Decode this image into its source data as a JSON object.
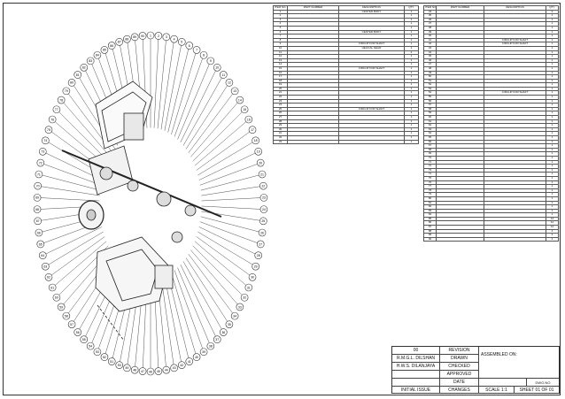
{
  "bom_left": {
    "headers": [
      "ITEM NO.",
      "PART NUMBER",
      "DESCRIPTION",
      "QTY."
    ],
    "rows": [
      [
        "1",
        "",
        "CENTER BODY",
        "1"
      ],
      [
        "2",
        "",
        "",
        "1"
      ],
      [
        "3",
        "",
        "",
        "1"
      ],
      [
        "4",
        "",
        "",
        "1"
      ],
      [
        "5",
        "",
        "",
        "1"
      ],
      [
        "6",
        "",
        "CENTER BODY",
        "1"
      ],
      [
        "7",
        "",
        "",
        "1"
      ],
      [
        "8",
        "",
        "",
        "1"
      ],
      [
        "9",
        "",
        "CIRCLIP FOR SHAFT",
        "1"
      ],
      [
        "10",
        "",
        "HELICAL GEAR",
        "1"
      ],
      [
        "11",
        "",
        "",
        "2"
      ],
      [
        "12",
        "",
        "",
        "1"
      ],
      [
        "13",
        "",
        "",
        "1"
      ],
      [
        "14",
        "",
        "",
        "1"
      ],
      [
        "15",
        "",
        "CIRCLIP FOR SHAFT",
        "1"
      ],
      [
        "16",
        "",
        "",
        "1"
      ],
      [
        "17",
        "",
        "",
        "1"
      ],
      [
        "18",
        "",
        "",
        "1"
      ],
      [
        "19",
        "",
        "",
        "1"
      ],
      [
        "20",
        "",
        "",
        "1"
      ],
      [
        "21",
        "",
        "",
        "1"
      ],
      [
        "22",
        "",
        "",
        "1"
      ],
      [
        "23",
        "",
        "",
        "1"
      ],
      [
        "24",
        "",
        "",
        "1"
      ],
      [
        "25",
        "",
        "CIRCLIP FOR SHAFT",
        "1"
      ],
      [
        "26",
        "",
        "",
        "1"
      ],
      [
        "27",
        "",
        "",
        "1"
      ],
      [
        "28",
        "",
        "",
        "1"
      ],
      [
        "29",
        "",
        "",
        "1"
      ],
      [
        "30",
        "",
        "",
        "1"
      ],
      [
        "31",
        "",
        "",
        "1"
      ],
      [
        "32",
        "",
        "",
        "1"
      ],
      [
        "33",
        "",
        "",
        "1"
      ]
    ]
  },
  "bom_right": {
    "headers": [
      "ITEM NO.",
      "PART NUMBER",
      "DESCRIPTION",
      "QTY."
    ],
    "rows": [
      [
        "34",
        "",
        "",
        "2"
      ],
      [
        "35",
        "",
        "",
        "1"
      ],
      [
        "36",
        "",
        "",
        "1"
      ],
      [
        "37",
        "",
        "",
        "1"
      ],
      [
        "38",
        "",
        "",
        "1"
      ],
      [
        "39",
        "",
        "",
        "1"
      ],
      [
        "40",
        "",
        "",
        "1"
      ],
      [
        "41",
        "",
        "CIRCLIP FOR SHAFT",
        "1"
      ],
      [
        "42",
        "",
        "CIRCLIP FOR SHAFT",
        "1"
      ],
      [
        "43",
        "",
        "",
        "1"
      ],
      [
        "44",
        "",
        "",
        "1"
      ],
      [
        "45",
        "",
        "",
        "1"
      ],
      [
        "46",
        "",
        "",
        "1"
      ],
      [
        "47",
        "",
        "",
        "1"
      ],
      [
        "48",
        "",
        "",
        "1"
      ],
      [
        "49",
        "",
        "",
        "1"
      ],
      [
        "50",
        "",
        "",
        "1"
      ],
      [
        "51",
        "",
        "",
        "1"
      ],
      [
        "52",
        "",
        "",
        "1"
      ],
      [
        "53",
        "",
        "",
        "1"
      ],
      [
        "54",
        "",
        "CIRCLIP FOR SHAFT",
        "1"
      ],
      [
        "55",
        "",
        "",
        "1"
      ],
      [
        "56",
        "",
        "",
        "1"
      ],
      [
        "57",
        "",
        "",
        "1"
      ],
      [
        "58",
        "",
        "",
        "1"
      ],
      [
        "59",
        "",
        "",
        "1"
      ],
      [
        "60",
        "",
        "",
        "1"
      ],
      [
        "61",
        "",
        "",
        "1"
      ],
      [
        "62",
        "",
        "",
        "1"
      ],
      [
        "63",
        "",
        "",
        "1"
      ],
      [
        "64",
        "",
        "",
        "1"
      ],
      [
        "65",
        "",
        "",
        "1"
      ],
      [
        "66",
        "",
        "",
        "1"
      ],
      [
        "67",
        "",
        "",
        "1"
      ],
      [
        "68",
        "",
        "",
        "1"
      ],
      [
        "69",
        "",
        "",
        "1"
      ],
      [
        "70",
        "",
        "",
        "1"
      ],
      [
        "71",
        "",
        "",
        "1"
      ],
      [
        "72",
        "",
        "",
        "1"
      ],
      [
        "73",
        "",
        "",
        "1"
      ],
      [
        "74",
        "",
        "",
        "1"
      ],
      [
        "75",
        "",
        "",
        "1"
      ],
      [
        "76",
        "",
        "",
        "1"
      ],
      [
        "77",
        "",
        "",
        "1"
      ],
      [
        "78",
        "",
        "",
        "1"
      ],
      [
        "79",
        "",
        "",
        "1"
      ],
      [
        "80",
        "",
        "",
        "1"
      ],
      [
        "81",
        "",
        "",
        "1"
      ],
      [
        "82",
        "",
        "",
        "1"
      ],
      [
        "83",
        "",
        "",
        "1"
      ],
      [
        "84",
        "",
        "",
        "1"
      ],
      [
        "85",
        "",
        "",
        "12"
      ],
      [
        "86",
        "",
        "",
        "12"
      ],
      [
        "87",
        "",
        "",
        "12"
      ],
      [
        "88",
        "",
        "",
        "4"
      ],
      [
        "89",
        "",
        "",
        "4"
      ],
      [
        "90",
        "",
        "",
        "4"
      ]
    ]
  },
  "title_block": {
    "rev_number": "00",
    "author_1": "R.M.G.L. DILSHAN",
    "author_2": "H.W.S. DILANJAYA",
    "initial_issue": "INITIAL ISSUE",
    "revision": "REVISION",
    "drawn": "DRAWN",
    "checked": "CHECKED",
    "approved": "APPROVED",
    "date": "DATE",
    "changes": "CHANGES",
    "assembled_on": "ASSEMBLED ON:",
    "dwg_no": "DWG NO",
    "scale": "SCALE 1:1",
    "sheet": "SHEET 01 OF 01"
  },
  "balloons": [
    "1",
    "2",
    "3",
    "4",
    "5",
    "6",
    "7",
    "8",
    "9",
    "10",
    "11",
    "12",
    "13",
    "14",
    "15",
    "16",
    "17",
    "18",
    "19",
    "20",
    "21",
    "22",
    "23",
    "24",
    "25",
    "26",
    "27",
    "28",
    "29",
    "30",
    "31",
    "32",
    "33",
    "34",
    "35",
    "36",
    "37",
    "38",
    "39",
    "40",
    "41",
    "42",
    "43",
    "44",
    "45",
    "46",
    "47",
    "48",
    "49",
    "50",
    "51",
    "52",
    "53",
    "54",
    "55",
    "56",
    "57",
    "58",
    "59",
    "60",
    "61",
    "62",
    "63",
    "64",
    "65",
    "66",
    "67",
    "68",
    "69",
    "70",
    "71",
    "72",
    "73",
    "74",
    "75",
    "76",
    "77",
    "78",
    "79",
    "80",
    "81",
    "82",
    "83",
    "84",
    "85",
    "86",
    "87",
    "88",
    "89",
    "90"
  ],
  "colors": {
    "line": "#222222",
    "balloon": "#333333",
    "paper": "#ffffff"
  }
}
